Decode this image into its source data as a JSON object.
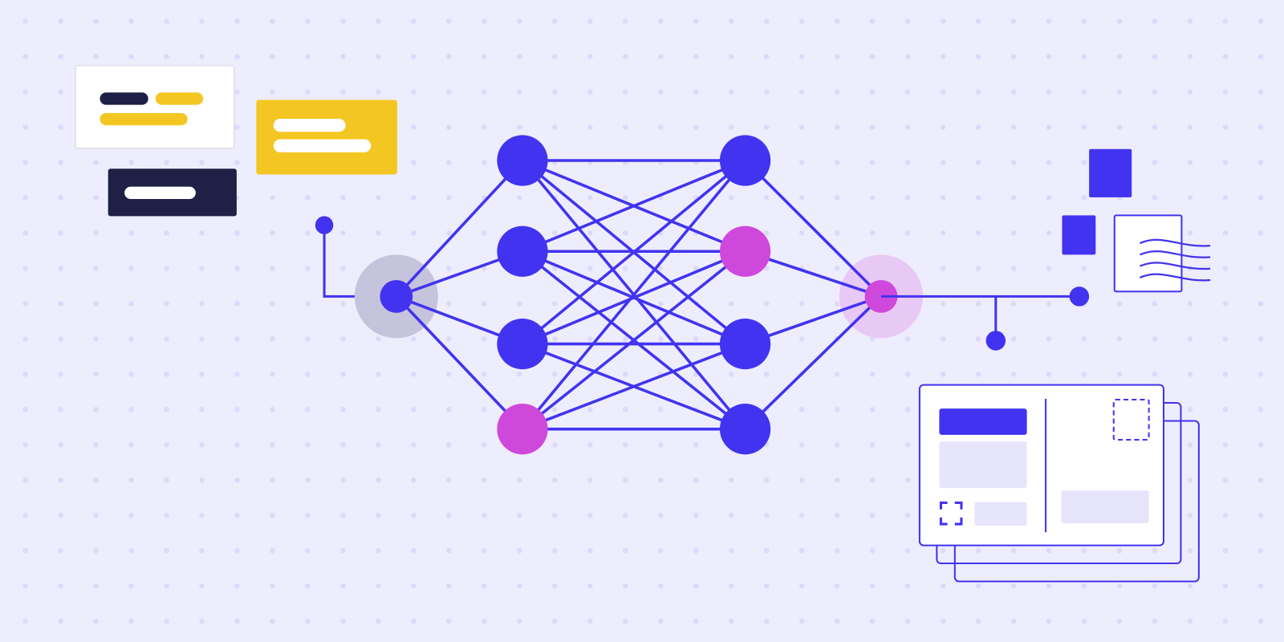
{
  "colors": {
    "background": "#eeedfd",
    "dot": "#dcd9fb",
    "primary": "#4233f0",
    "accent_pink": "#cf48dc",
    "yellow": "#f4c622",
    "navy": "#1f2046",
    "light_fill": "#e7e5fb",
    "white": "#ffffff"
  },
  "network": {
    "layers": [
      {
        "role": "input",
        "nodes": [
          "primary"
        ],
        "halo": "#c5c4dc"
      },
      {
        "role": "hidden",
        "nodes": [
          "primary",
          "primary",
          "primary",
          "accent_pink"
        ]
      },
      {
        "role": "hidden",
        "nodes": [
          "primary",
          "accent_pink",
          "primary",
          "primary"
        ]
      },
      {
        "role": "output",
        "nodes": [
          "accent_pink"
        ],
        "halo": "#e8c9f5"
      }
    ]
  }
}
